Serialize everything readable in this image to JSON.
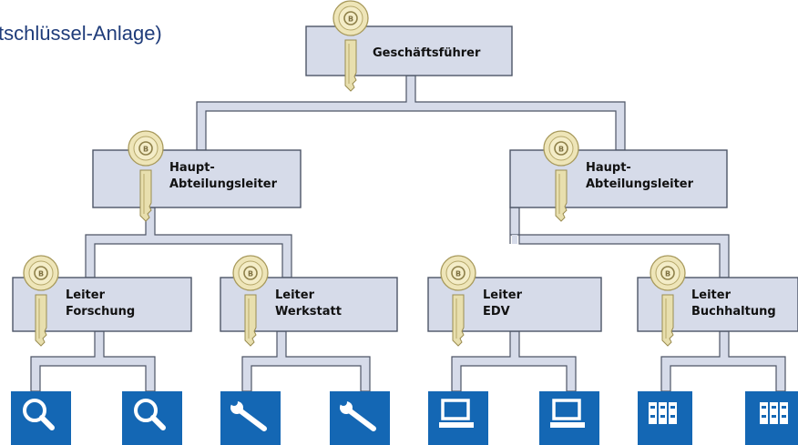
{
  "title": "tschlüssel-Anlage)",
  "nodes": {
    "gf": "Geschäftsführer",
    "hal_left": [
      "Haupt-",
      "Abteilungsleiter"
    ],
    "hal_right": [
      "Haupt-",
      "Abteilungsleiter"
    ],
    "forschung": [
      "Leiter",
      "Forschung"
    ],
    "werkstatt": [
      "Leiter",
      "Werkstatt"
    ],
    "edv": [
      "Leiter",
      "EDV"
    ],
    "buchhaltung": [
      "Leiter",
      "Buchhaltung"
    ]
  },
  "icons": [
    "magnifier-icon",
    "magnifier-icon",
    "wrench-icon",
    "wrench-icon",
    "computer-icon",
    "computer-icon",
    "binders-icon",
    "binders-icon"
  ],
  "colors": {
    "box": "#d6dbe9",
    "border": "#4d5566",
    "icon_blue": "#1467b4",
    "title": "#1f3c7a",
    "key": "#e2d59a"
  }
}
